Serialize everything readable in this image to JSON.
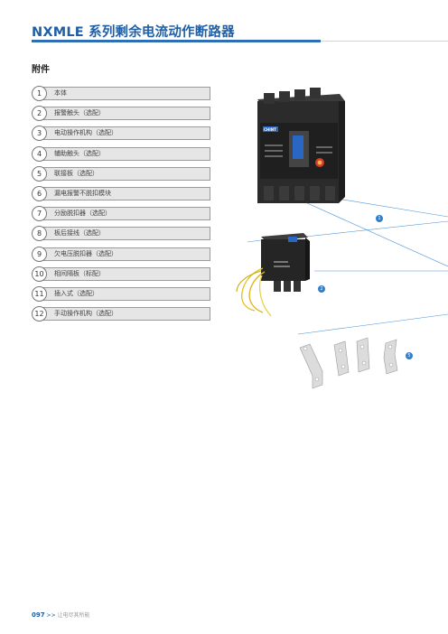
{
  "header": {
    "title": "NXMLE 系列剩余电流动作断路器"
  },
  "section_title": "附件",
  "accessories": [
    {
      "num": "1",
      "label": "本体"
    },
    {
      "num": "2",
      "label": "报警触头（选配）"
    },
    {
      "num": "3",
      "label": "电动操作机构（选配）"
    },
    {
      "num": "4",
      "label": "辅助触头（选配）"
    },
    {
      "num": "5",
      "label": "联接板（选配）"
    },
    {
      "num": "6",
      "label": "漏电报警不脱扣模块"
    },
    {
      "num": "7",
      "label": "分励脱扣器（选配）"
    },
    {
      "num": "8",
      "label": "板后接线（选配）"
    },
    {
      "num": "9",
      "label": "欠电压脱扣器（选配）"
    },
    {
      "num": "10",
      "label": "相间隔板（标配）"
    },
    {
      "num": "11",
      "label": "插入式（选配）"
    },
    {
      "num": "12",
      "label": "手动操作机构（选配）"
    }
  ],
  "callouts": [
    "1",
    "2",
    "5"
  ],
  "device_brand": "CHINT",
  "footer": {
    "page": "097",
    "arrows": ">>",
    "slogan": "让电尽其所能"
  },
  "colors": {
    "title": "#1f5fa6",
    "rule": "#2f6db5",
    "callout": "#2f7fd0",
    "device": "#2b2b2b",
    "blue_panel": "#2a66c4"
  }
}
